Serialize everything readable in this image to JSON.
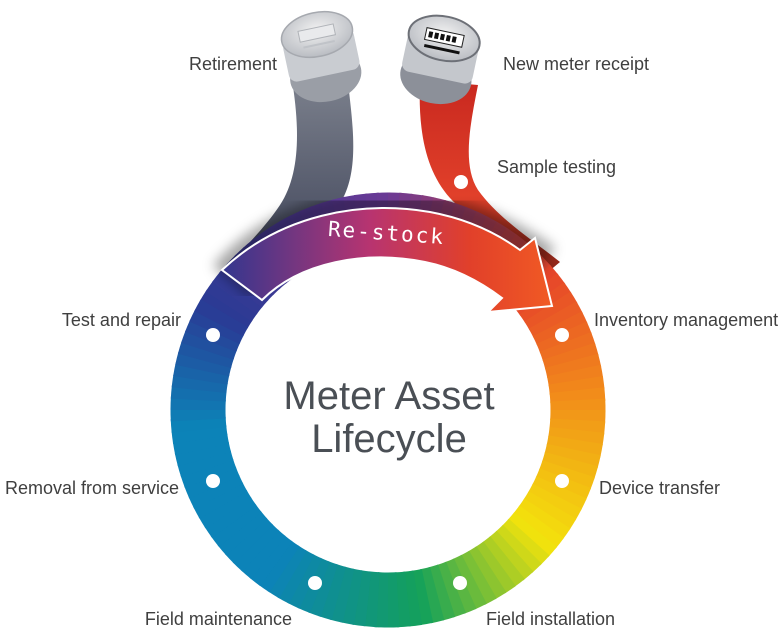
{
  "title": {
    "line1": "Meter Asset",
    "line2": "Lifecycle"
  },
  "restock_label": "Re-stock",
  "stages": {
    "retirement": "Retirement",
    "new_meter_receipt": "New meter receipt",
    "sample_testing": "Sample testing",
    "inventory_management": "Inventory management",
    "device_transfer": "Device transfer",
    "field_installation": "Field installation",
    "field_maintenance": "Field maintenance",
    "removal_from_service": "Removal from service",
    "test_and_repair": "Test and repair"
  },
  "colors": {
    "retirement_band": "#565b69",
    "receipt_band": "#d12d22",
    "ring_blue": "#2a3a94",
    "ring_cyan": "#0c83b8",
    "ring_green": "#14a15a",
    "ring_yellow": "#f3e30c",
    "ring_orange": "#f28b1a",
    "ring_red": "#e6452a",
    "label_text": "#3f3f3f",
    "title_text": "#4a4f55"
  },
  "icons": {
    "left_meter": "electric-meter-icon",
    "right_meter": "electric-meter-icon"
  }
}
